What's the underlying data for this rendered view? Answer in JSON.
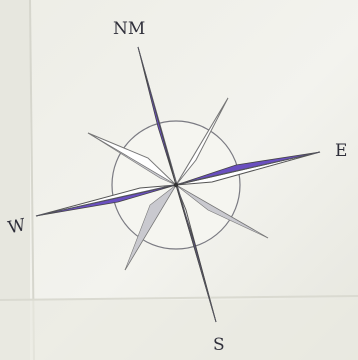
{
  "compass": {
    "labels": {
      "north": "NM",
      "east": "E",
      "south": "S",
      "west": "W"
    }
  },
  "colors": {
    "paper": "#f1f1ec",
    "wall_shadow": "#dcdcd3",
    "ink": "#2f2f3a",
    "fill_accent": "#6a4fc0",
    "line": "#555560"
  }
}
